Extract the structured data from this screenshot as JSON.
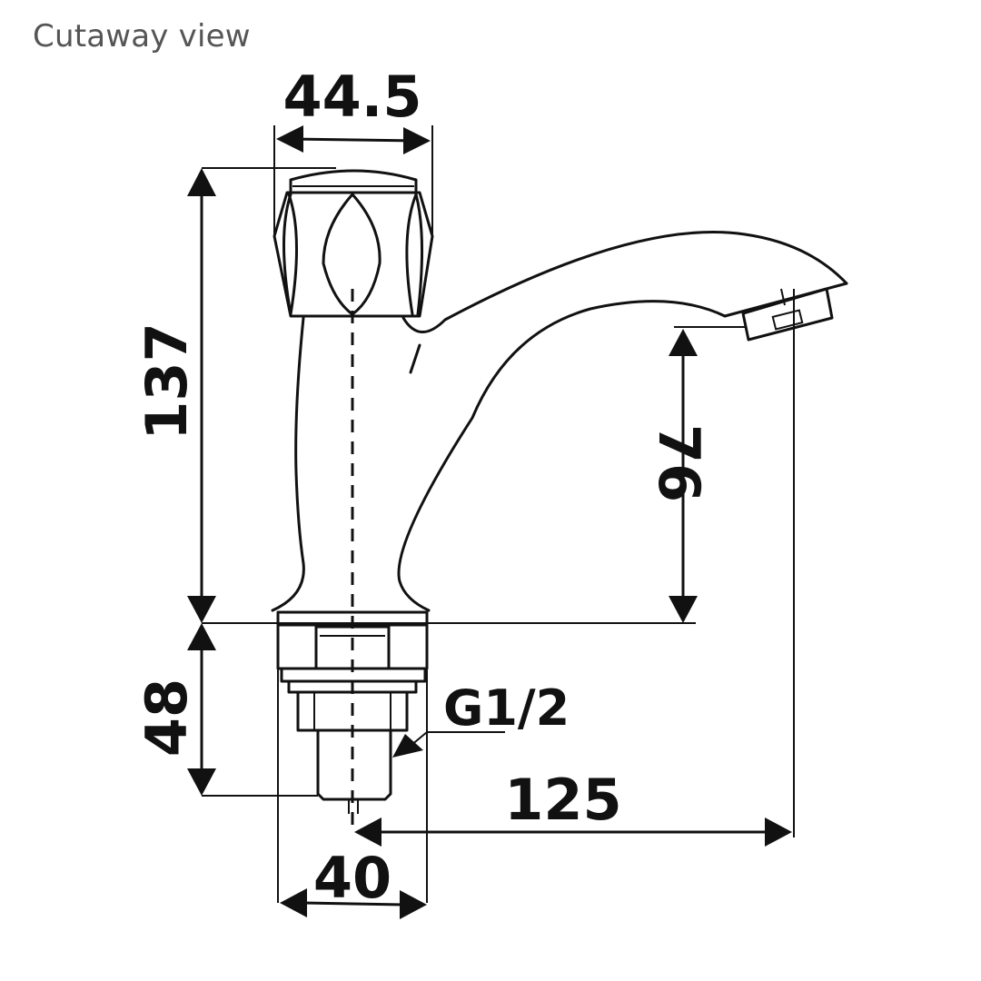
{
  "title": "Cutaway view",
  "dimensions": {
    "handle_width": "44.5",
    "total_height": "137",
    "spout_height": "76",
    "base_height": "48",
    "thread": "G1/2",
    "spout_reach": "125",
    "base_width": "40"
  },
  "colors": {
    "line": "#111111",
    "title": "#555555",
    "background": "#ffffff"
  }
}
